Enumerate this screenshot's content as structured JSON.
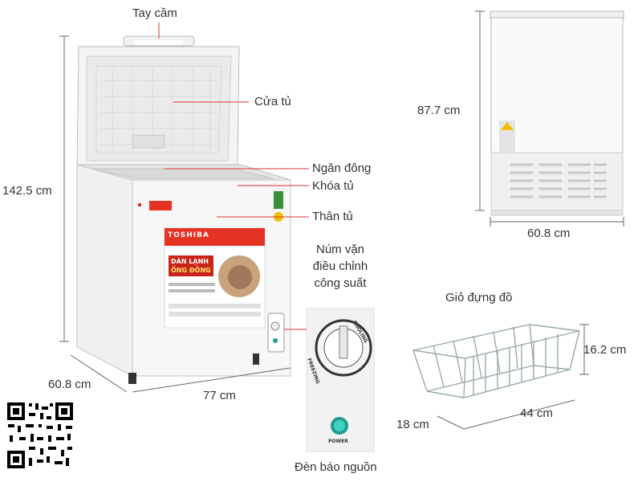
{
  "callouts": {
    "handle": "Tay cầm",
    "door": "Cửa tủ",
    "freezer_compartment": "Ngăn đông",
    "lock": "Khóa tủ",
    "body": "Thân tủ",
    "knob_line1": "Núm vặn",
    "knob_line2": "điều chỉnh",
    "knob_line3": "công suất",
    "basket": "Giỏ đựng đồ",
    "power_light": "Đèn báo nguồn"
  },
  "dimensions": {
    "total_height": "142.5 cm",
    "depth": "60.8 cm",
    "width": "77 cm",
    "back_height": "87.7 cm",
    "back_width": "60.8 cm",
    "basket_height": "16.2 cm",
    "basket_depth": "18 cm",
    "basket_width": "44 cm"
  },
  "product": {
    "brand": "TOSHIBA",
    "banner_line1": "DÀN LẠNH",
    "banner_line2": "ỐNG ĐỒNG",
    "knob_cooling": "COOLING",
    "knob_freezing": "FREEZING",
    "power_label": "POWER"
  },
  "colors": {
    "brand_red": "#e63223",
    "callout_line": "#dd3333",
    "power_light": "#1f9c8f"
  }
}
